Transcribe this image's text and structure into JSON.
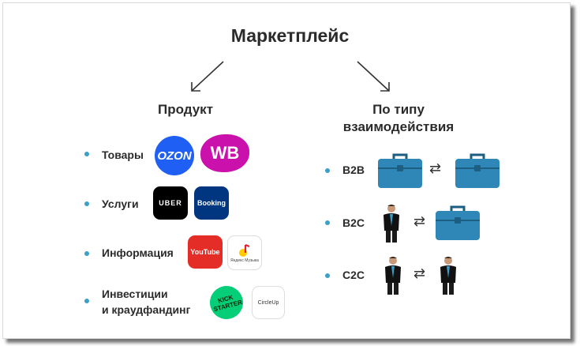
{
  "title": "Маркетплейс",
  "left": {
    "heading": "Продукт",
    "items": [
      {
        "label": "Товары",
        "logos": [
          "OZON",
          "WB"
        ]
      },
      {
        "label": "Услуги",
        "logos": [
          "UBER",
          "Booking"
        ]
      },
      {
        "label": "Информация",
        "logos": [
          "YouTube",
          "Яндекс Музыка"
        ]
      },
      {
        "label_lines": [
          "Инвестиции",
          "и краудфандинг"
        ],
        "logos": [
          "KICK STARTER",
          "CircleUp"
        ]
      }
    ]
  },
  "right": {
    "heading_lines": [
      "По типу",
      "взаимодействия"
    ],
    "items": [
      {
        "label": "B2B",
        "from": "briefcase-icon",
        "to": "briefcase-icon"
      },
      {
        "label": "B2C",
        "from": "person-icon",
        "to": "briefcase-icon"
      },
      {
        "label": "C2C",
        "from": "person-icon",
        "to": "person-icon"
      }
    ]
  },
  "colors": {
    "bullet": "#3aa0c8",
    "briefcase": "#2e87b6",
    "ozon": "#1f5ff4",
    "wb": "#cb11ab",
    "youtube": "#e52d27"
  }
}
